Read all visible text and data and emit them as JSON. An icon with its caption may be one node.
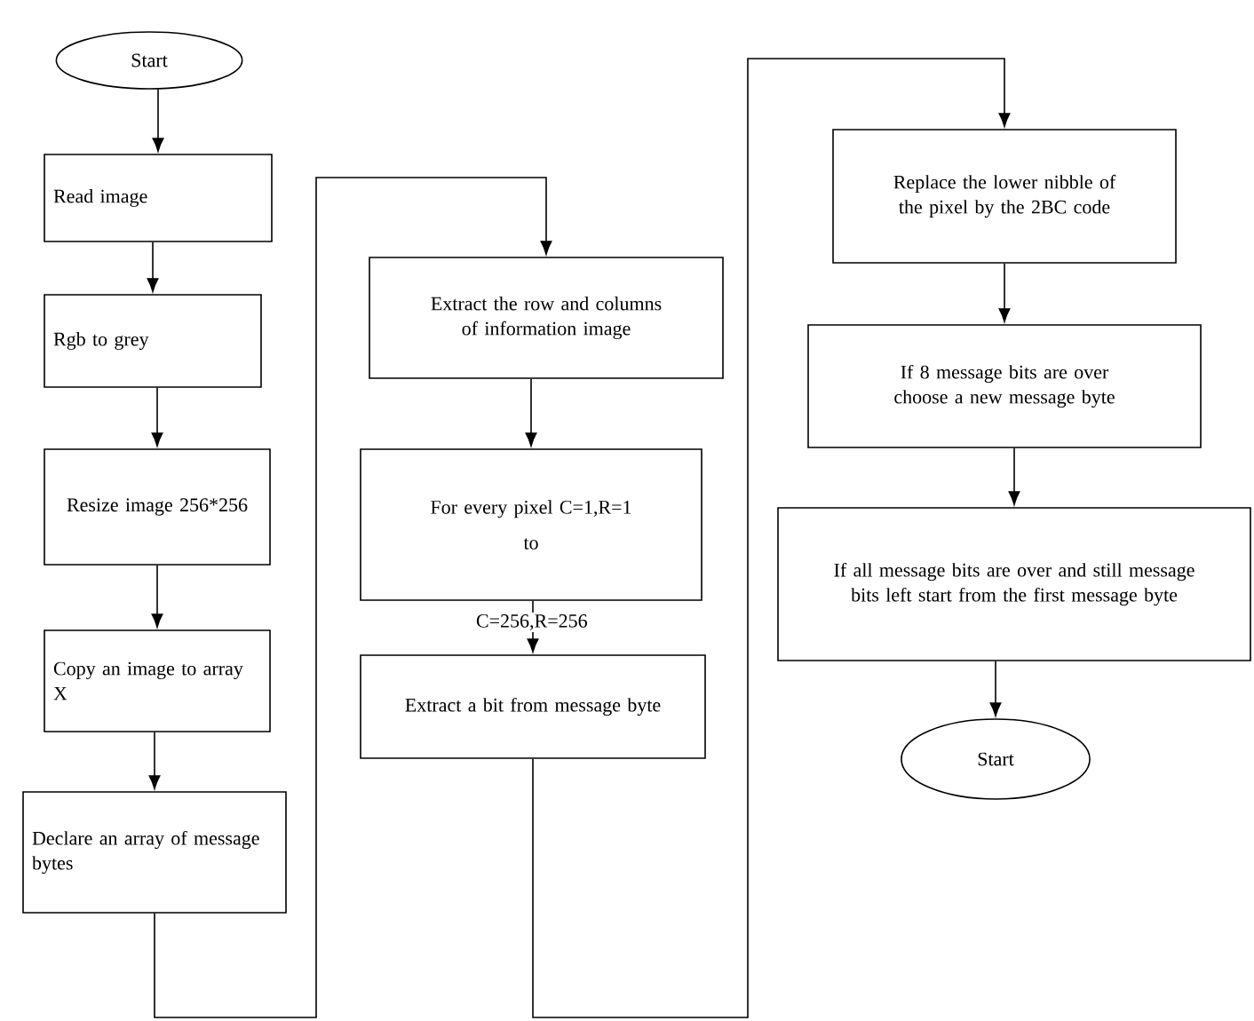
{
  "diagram": {
    "nodes": [
      {
        "text": [
          "Start"
        ]
      },
      {
        "text": [
          "Read image"
        ]
      },
      {
        "text": [
          "Rgb to grey"
        ]
      },
      {
        "text": [
          "Resize image 256*256"
        ]
      },
      {
        "text": [
          "Copy an image to array X"
        ]
      },
      {
        "text": [
          "Declare an array of message bytes"
        ]
      },
      {
        "text": [
          "Extract the row and columns of information image"
        ]
      },
      {
        "text": [
          "For every pixel C=1,R=1",
          "to"
        ]
      },
      {
        "text": [
          "Extract a bit from message byte"
        ]
      },
      {
        "text": [
          "Replace the lower nibble of the pixel by the 2BC code"
        ]
      },
      {
        "text": [
          "If 8 message bits are over choose a new message byte"
        ]
      },
      {
        "text": [
          "If all message bits are over and still message bits left start from the first message byte"
        ]
      },
      {
        "text": [
          "Start"
        ]
      }
    ],
    "edges": [
      {
        "from": 0,
        "to": 1,
        "arrow": "to"
      },
      {
        "from": 1,
        "to": 2,
        "arrow": "to"
      },
      {
        "from": 2,
        "to": 3,
        "arrow": "to"
      },
      {
        "from": 3,
        "to": 4,
        "arrow": "to"
      },
      {
        "from": 4,
        "to": 5,
        "arrow": "to"
      },
      {
        "from": 5,
        "to": 6,
        "arrow": "to"
      },
      {
        "from": 6,
        "to": 7,
        "arrow": "to"
      },
      {
        "from": 7,
        "to": 8,
        "arrow": "to",
        "label": "C=256,R=256"
      },
      {
        "from": 8,
        "to": 9,
        "arrow": "to"
      },
      {
        "from": 9,
        "to": 10,
        "arrow": "to"
      },
      {
        "from": 10,
        "to": 11,
        "arrow": "to"
      },
      {
        "from": 11,
        "to": 12,
        "arrow": "to"
      }
    ]
  }
}
